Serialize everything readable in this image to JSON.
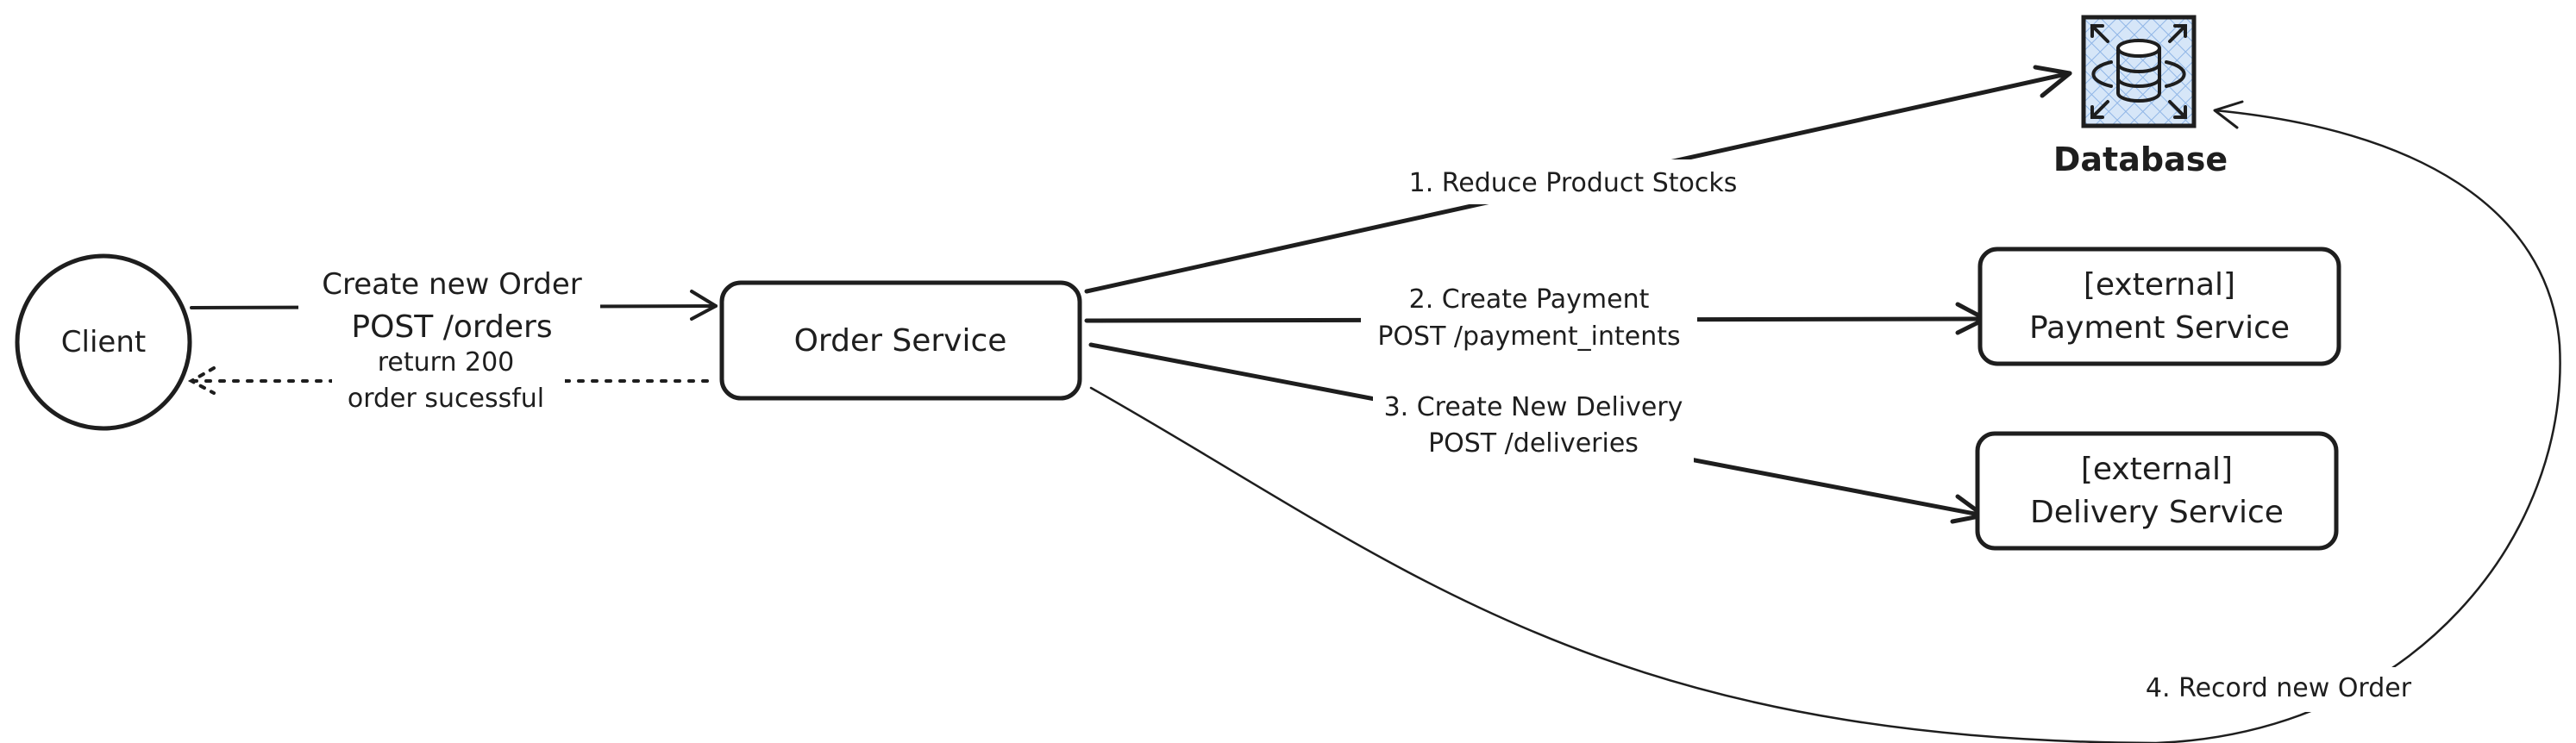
{
  "diagram": {
    "nodes": {
      "client": {
        "label": "Client"
      },
      "order_service": {
        "label": "Order Service"
      },
      "database": {
        "label": "Database",
        "icon": "database-icon"
      },
      "payment_service": {
        "line1": "[external]",
        "line2": "Payment Service"
      },
      "delivery_service": {
        "line1": "[external]",
        "line2": "Delivery Service"
      }
    },
    "edges": {
      "create_order": {
        "line1": "Create new Order",
        "line2": "POST /orders"
      },
      "order_response": {
        "line1": "return 200",
        "line2": "order sucessful"
      },
      "reduce_stocks": {
        "label": "1. Reduce Product Stocks"
      },
      "create_payment": {
        "line1": "2. Create Payment",
        "line2": "POST /payment_intents"
      },
      "create_delivery": {
        "line1": "3. Create New Delivery",
        "line2": "POST /deliveries"
      },
      "record_order": {
        "label": "4. Record new Order"
      }
    },
    "colors": {
      "stroke": "#1e1e1e",
      "database_fill": "#a5c8f0"
    }
  }
}
